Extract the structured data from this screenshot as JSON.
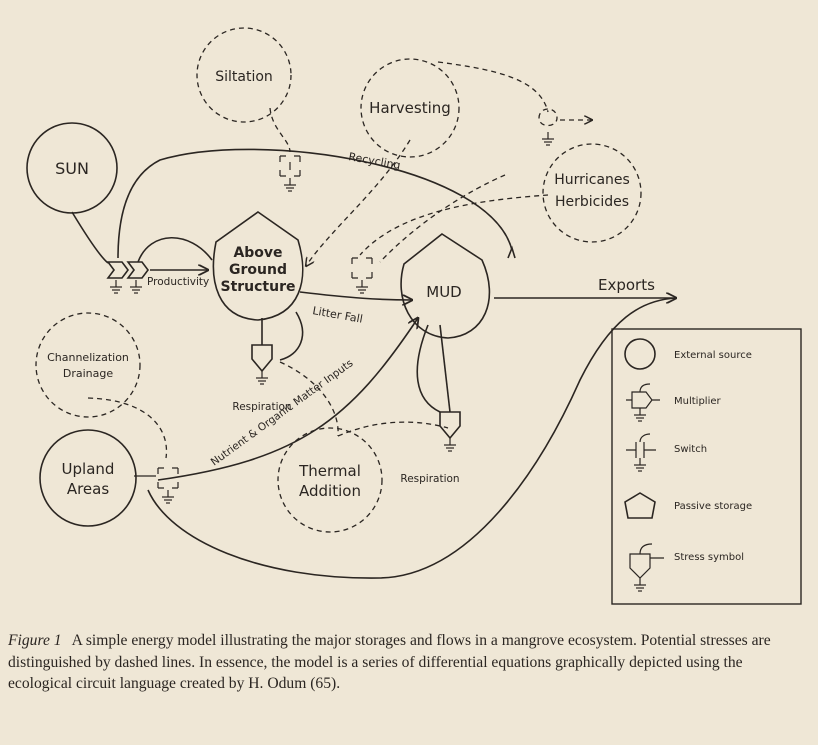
{
  "diagram": {
    "nodes": {
      "sun": "SUN",
      "siltation": "Siltation",
      "harvesting": "Harvesting",
      "hurricanes": "Hurricanes",
      "herbicides": "Herbicides",
      "above_1": "Above",
      "above_2": "Ground",
      "above_3": "Structure",
      "mud": "MUD",
      "channelization": "Channelization",
      "drainage": "Drainage",
      "upland_1": "Upland",
      "upland_2": "Areas",
      "thermal_1": "Thermal",
      "thermal_2": "Addition"
    },
    "flows": {
      "recycling": "Recycling",
      "productivity": "Productivity",
      "litter_fall": "Litter Fall",
      "exports": "Exports",
      "respiration_left": "Respiration",
      "respiration_right": "Respiration",
      "nutrient_inputs": "Nutrient & Organic Matter Inputs"
    },
    "legend": [
      {
        "symbol": "external-source",
        "label": "External source"
      },
      {
        "symbol": "multiplier",
        "label": "Multiplier"
      },
      {
        "symbol": "switch",
        "label": "Switch"
      },
      {
        "symbol": "passive-storage",
        "label": "Passive storage"
      },
      {
        "symbol": "stress-symbol",
        "label": "Stress symbol"
      }
    ]
  },
  "caption": {
    "figure": "Figure 1",
    "text": "A simple energy model illustrating the major storages and flows in a mangrove ecosystem. Potential stresses are distinguished by dashed lines. In essence, the model is a series of differential equations graphically depicted using the ecological circuit language created by H. Odum (65)."
  }
}
